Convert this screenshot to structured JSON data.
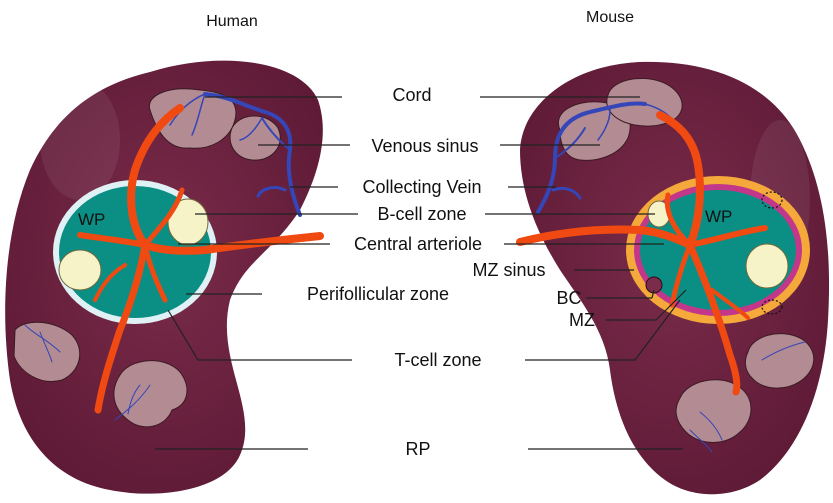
{
  "headers": {
    "left": "Human",
    "right": "Mouse"
  },
  "labels": {
    "cord": "Cord",
    "venous_sinus": "Venous sinus",
    "collecting_vein": "Collecting Vein",
    "b_cell_zone": "B-cell zone",
    "central_arteriole": "Central arteriole",
    "mz_sinus": "MZ sinus",
    "perifollicular_zone": "Perifollicular zone",
    "bc": "BC",
    "mz": "MZ",
    "t_cell_zone": "T-cell zone",
    "rp": "RP"
  },
  "wp": {
    "human": "WP",
    "mouse": "WP"
  },
  "colors": {
    "red_pulp": "#6d2240",
    "red_pulp_light": "#8a3a58",
    "cord": "#b38b92",
    "t_cell_zone": "#0b8f84",
    "b_cell_zone": "#f7f3c8",
    "artery": "#f04a12",
    "vein": "#3446b8",
    "perifollicular_ring": "#dff1f4",
    "mz_ring": "#f4a93a",
    "mz_sinus_ring": "#c2378a"
  },
  "icons": {
    "vein": "vein-icon",
    "artery": "artery-icon"
  }
}
